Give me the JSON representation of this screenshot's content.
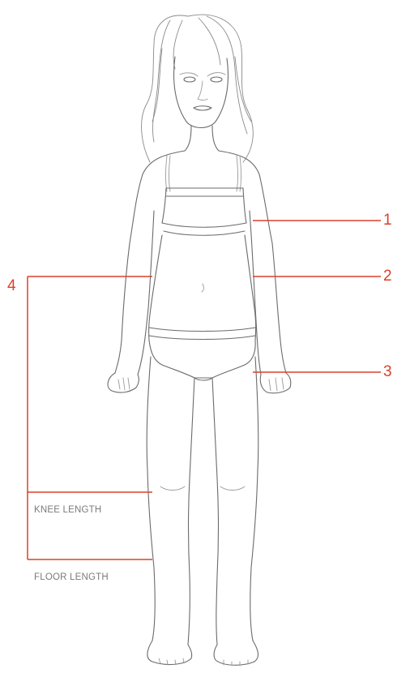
{
  "markers": [
    {
      "id": "1",
      "label": "1"
    },
    {
      "id": "2",
      "label": "2"
    },
    {
      "id": "3",
      "label": "3"
    },
    {
      "id": "4",
      "label": "4"
    }
  ],
  "lengths": {
    "knee": "KNEE LENGTH",
    "floor": "FLOOR LENGTH"
  },
  "colors": {
    "accent": "#d9402a",
    "sketch": "#6b6b6b",
    "caption": "#7a7a7a"
  }
}
